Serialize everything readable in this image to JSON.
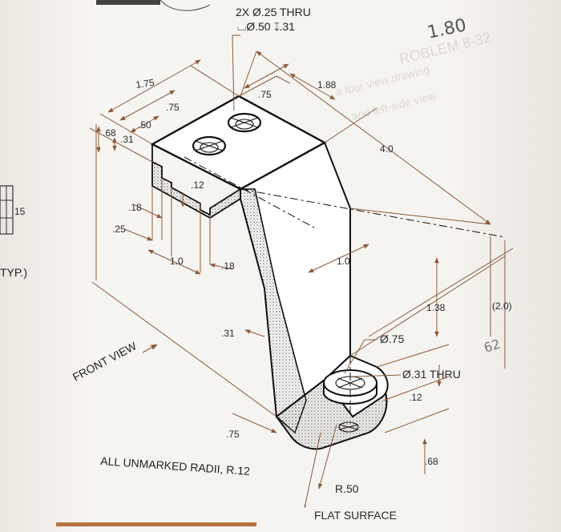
{
  "hole_callout": {
    "line1": "2X Ø.25 THRU",
    "line2": "⌴Ø.50 ↧.31"
  },
  "handwritten_note": "1.80",
  "handwritten_dims": {
    "right_outer": "(2.0)",
    "right_inner": "62"
  },
  "dims": {
    "d175": "1.75",
    "d75_left": ".75",
    "d50": ".50",
    "d68_top": ".68",
    "d31_top": ".31",
    "d75_top": ".75",
    "d188": "1.88",
    "d40": "4.0",
    "d12_slot": ".12",
    "d18_left": ".18",
    "d25": ".25",
    "d10_left": "1.0",
    "d18_mid": ".18",
    "d10_right": "1.0",
    "d31_mid": ".31",
    "d138": "1.38",
    "dia75": "Ø.75",
    "dia31": "Ø.31 THRU",
    "d12_right": ".12",
    "d75_bottom": ".75",
    "d68_bottom": ".68",
    "r50": "R.50"
  },
  "labels": {
    "front_view": "FRONT VIEW",
    "radii_note": "ALL UNMARKED RADII, R.12",
    "flat_surface": "FLAT SURFACE",
    "typ": "TYP.)",
    "side_fig": "15"
  },
  "colors": {
    "dimension": "#8a5a3c",
    "ink": "#111111",
    "paper": "#f6f4f0",
    "accent_bar": "#b5743f"
  }
}
